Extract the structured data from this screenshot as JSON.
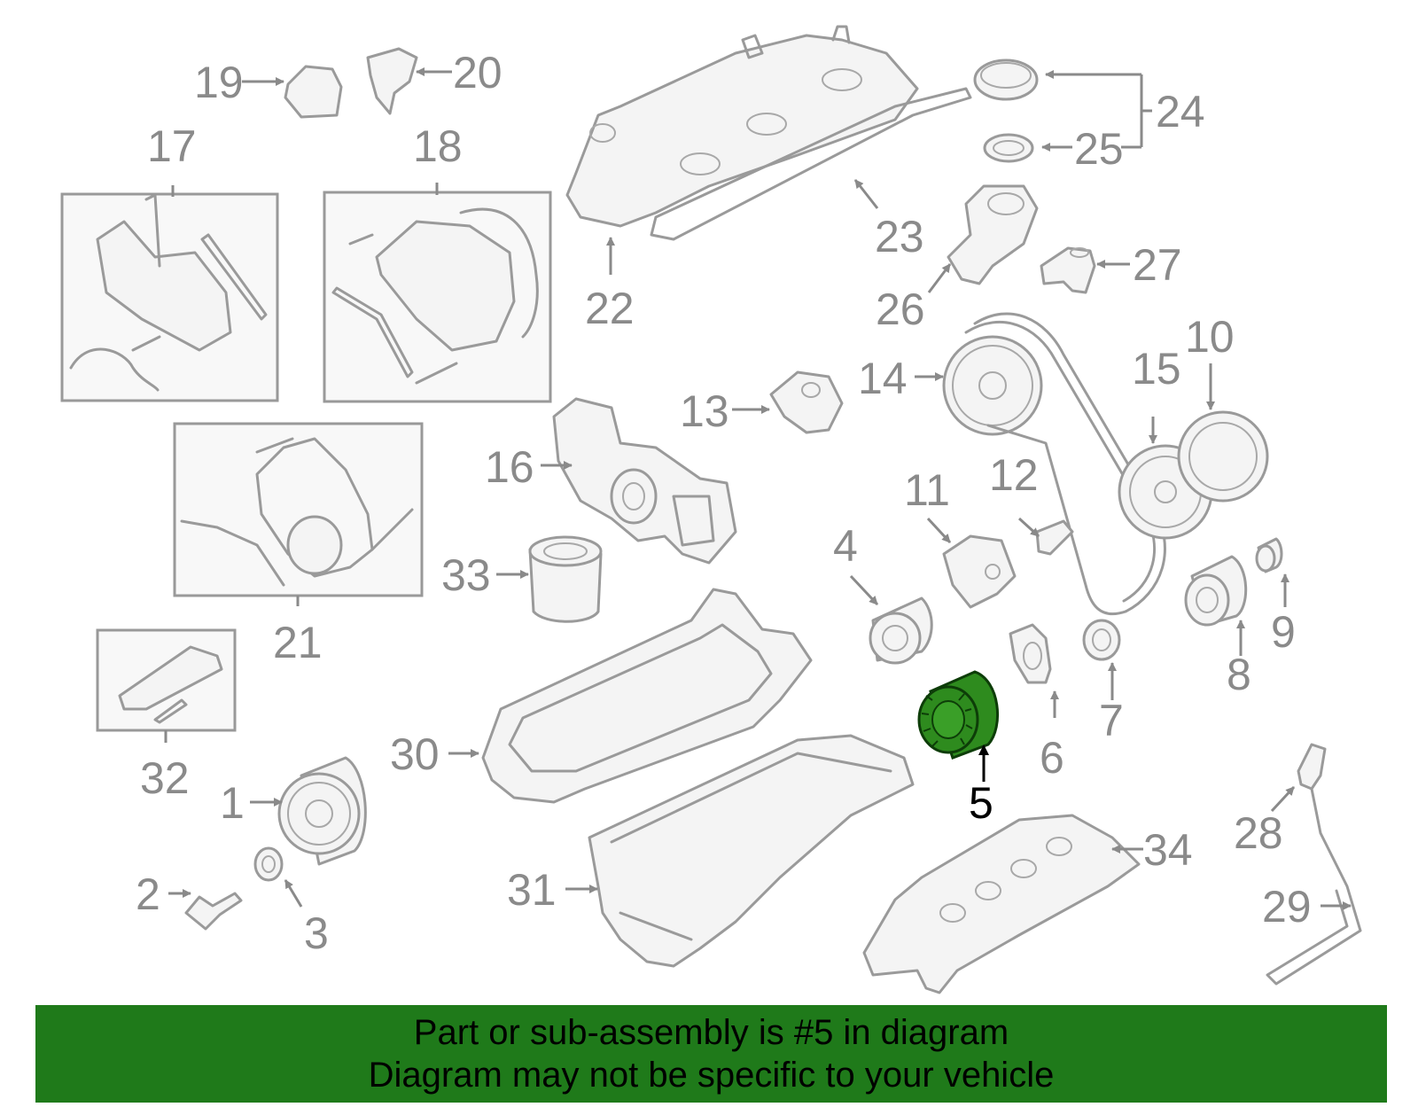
{
  "highlight": {
    "part_number": "5",
    "color": "#2e8b1e",
    "dark_color": "#0d3d08"
  },
  "labels": {
    "l1": "1",
    "l2": "2",
    "l3": "3",
    "l4": "4",
    "l5": "5",
    "l6": "6",
    "l7": "7",
    "l8": "8",
    "l9": "9",
    "l10": "10",
    "l11": "11",
    "l12": "12",
    "l13": "13",
    "l14": "14",
    "l15": "15",
    "l16": "16",
    "l17": "17",
    "l18": "18",
    "l19": "19",
    "l20": "20",
    "l21": "21",
    "l22": "22",
    "l23": "23",
    "l24": "24",
    "l25": "25",
    "l26": "26",
    "l27": "27",
    "l28": "28",
    "l29": "29",
    "l30": "30",
    "l31": "31",
    "l32": "32",
    "l33": "33",
    "l34": "34"
  },
  "banner": {
    "line1": "Part or sub-assembly is #5 in diagram",
    "line2": "Diagram may not be specific to your vehicle",
    "background": "#1f7a1a"
  }
}
